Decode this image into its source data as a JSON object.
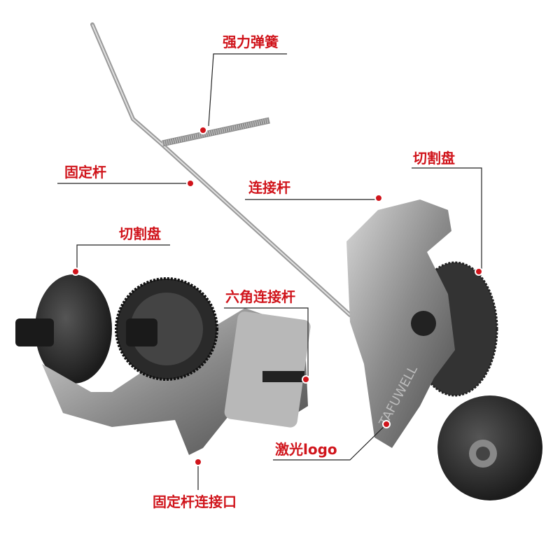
{
  "labels": {
    "spring": "强力弹簧",
    "fixed_rod": "固定杆",
    "connecting_rod": "连接杆",
    "cutting_disc_right": "切割盘",
    "cutting_disc_left": "切割盘",
    "hex_connecting_rod": "六角连接杆",
    "laser_logo": "激光logo",
    "fixed_rod_port": "固定杆连接口"
  },
  "brand_logo": "TAFUWELL",
  "colors": {
    "accent": "#d0141b",
    "leader_line": "#222222"
  }
}
